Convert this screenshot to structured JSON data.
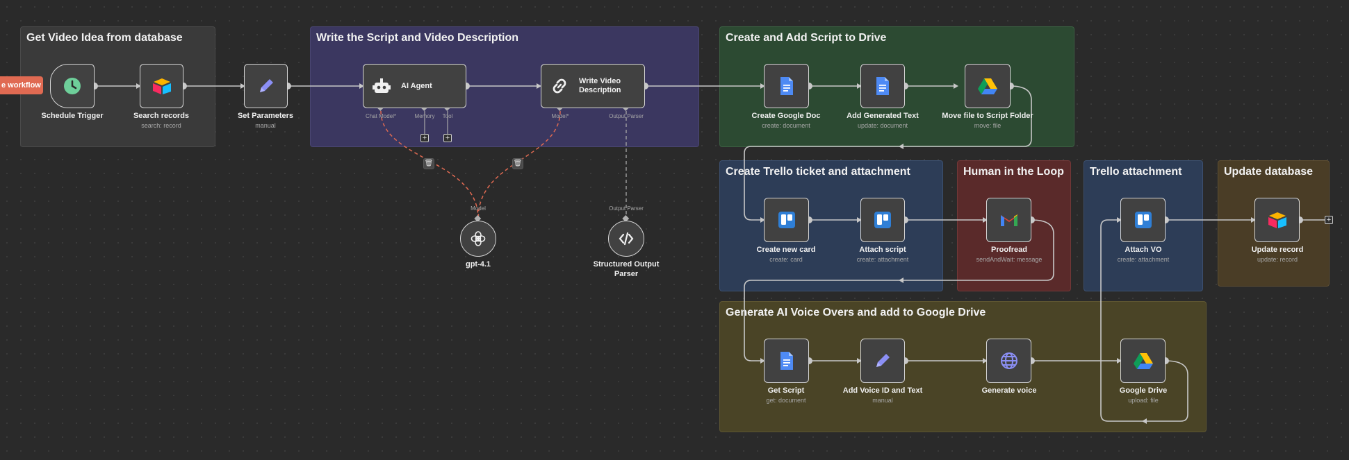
{
  "canvas": {
    "execute_button": "e workflow",
    "colors": {
      "background": "#2a2a2a",
      "wire": "#c8c8c8",
      "ai_wire": "#e06a52"
    }
  },
  "groups": [
    {
      "id": "g1",
      "title": "Get Video Idea from database",
      "color": "#3a3a3a"
    },
    {
      "id": "g2",
      "title": "Write the Script and Video Description",
      "color": "#3b3760"
    },
    {
      "id": "g3",
      "title": "Create and Add Script to Drive",
      "color": "#2c4a32"
    },
    {
      "id": "g4",
      "title": "Create Trello ticket and attachment",
      "color": "#2d3d57"
    },
    {
      "id": "g5",
      "title": "Human in the Loop",
      "color": "#5a2a2a"
    },
    {
      "id": "g6",
      "title": "Trello attachment",
      "color": "#2d3d57"
    },
    {
      "id": "g7",
      "title": "Update database",
      "color": "#4a3d26"
    },
    {
      "id": "g8",
      "title": "Generate AI Voice Overs and add to Google Drive",
      "color": "#4a4426"
    }
  ],
  "nodes": [
    {
      "id": "n1",
      "name": "Schedule Trigger",
      "sub": "",
      "icon": "clock-icon"
    },
    {
      "id": "n2",
      "name": "Search records",
      "sub": "search: record",
      "icon": "airtable-icon"
    },
    {
      "id": "n3",
      "name": "Set Parameters",
      "sub": "manual",
      "icon": "pencil-icon"
    },
    {
      "id": "n4",
      "name": "AI Agent",
      "sub": "",
      "icon": "robot-icon"
    },
    {
      "id": "n5",
      "name": "Write Video Description",
      "sub": "",
      "icon": "link-icon"
    },
    {
      "id": "n6",
      "name": "gpt-4.1",
      "sub": "",
      "icon": "openai-icon"
    },
    {
      "id": "n7",
      "name": "Structured Output Parser",
      "sub": "",
      "icon": "code-icon"
    },
    {
      "id": "n8",
      "name": "Create Google Doc",
      "sub": "create: document",
      "icon": "google-docs-icon"
    },
    {
      "id": "n9",
      "name": "Add Generated Text",
      "sub": "update: document",
      "icon": "google-docs-icon"
    },
    {
      "id": "n10",
      "name": "Move file to Script Folder",
      "sub": "move: file",
      "icon": "google-drive-icon"
    },
    {
      "id": "n11",
      "name": "Create new card",
      "sub": "create: card",
      "icon": "trello-icon"
    },
    {
      "id": "n12",
      "name": "Attach script",
      "sub": "create: attachment",
      "icon": "trello-icon"
    },
    {
      "id": "n13",
      "name": "Proofread",
      "sub": "sendAndWait: message",
      "icon": "gmail-icon"
    },
    {
      "id": "n14",
      "name": "Attach VO",
      "sub": "create: attachment",
      "icon": "trello-icon"
    },
    {
      "id": "n15",
      "name": "Update record",
      "sub": "update: record",
      "icon": "airtable-icon"
    },
    {
      "id": "n16",
      "name": "Get Script",
      "sub": "get: document",
      "icon": "google-docs-icon"
    },
    {
      "id": "n17",
      "name": "Add Voice ID and Text",
      "sub": "manual",
      "icon": "pencil-icon"
    },
    {
      "id": "n18",
      "name": "Generate voice",
      "sub": "",
      "icon": "globe-icon"
    },
    {
      "id": "n19",
      "name": "Google Drive",
      "sub": "upload: file",
      "icon": "google-drive-icon"
    }
  ],
  "ports": {
    "chat_model": "Chat Model*",
    "memory": "Memory",
    "tool": "Tool",
    "model": "Model*",
    "output_parser": "Output Parser",
    "model_in": "Model",
    "output_parser_in": "Output Parser"
  }
}
